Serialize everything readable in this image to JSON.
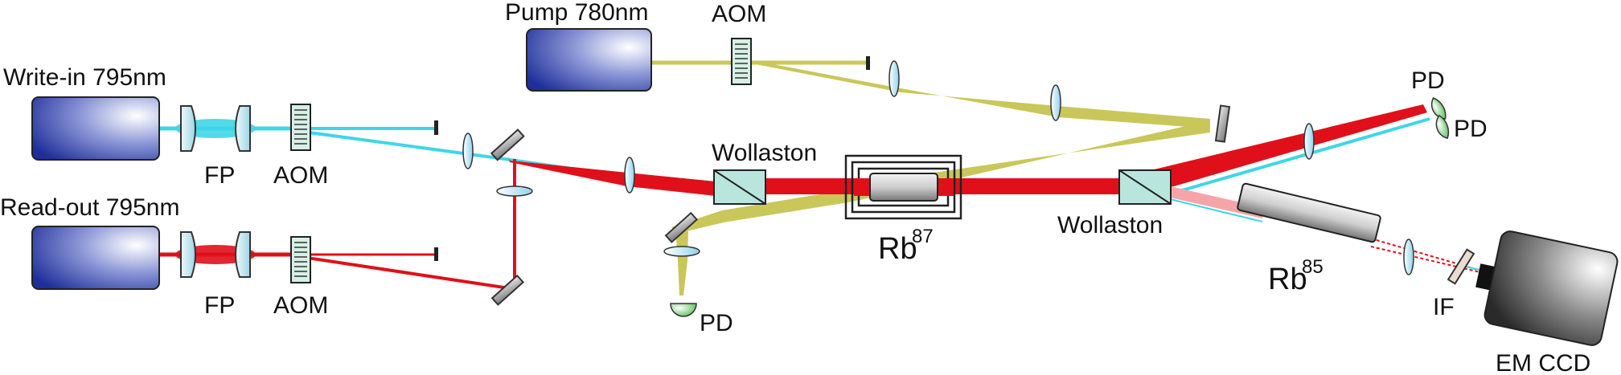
{
  "labels": {
    "pump": "Pump 780nm",
    "aom_pump": "AOM",
    "write_in": "Write-in 795nm",
    "read_out": "Read-out 795nm",
    "fp_write": "FP",
    "aom_write": "AOM",
    "fp_read": "FP",
    "aom_read": "AOM",
    "wollaston_1": "Wollaston",
    "wollaston_2": "Wollaston",
    "rb87": "Rb",
    "rb87_sup": "87",
    "rb85": "Rb",
    "rb85_sup": "85",
    "pd_top_1": "PD",
    "pd_top_2": "PD",
    "pd_bottom": "PD",
    "if_filter": "IF",
    "em_ccd": "EM CCD"
  },
  "colors": {
    "pump_beam": "#c9c75a",
    "write_beam": "#3fd6e8",
    "read_beam": "#e0101a",
    "retrieved_beam": "#f5a5a8",
    "laser_dark": "#1e2f9a",
    "optic_green": "#b9e6dc",
    "pd_green": "#5ec05e"
  }
}
